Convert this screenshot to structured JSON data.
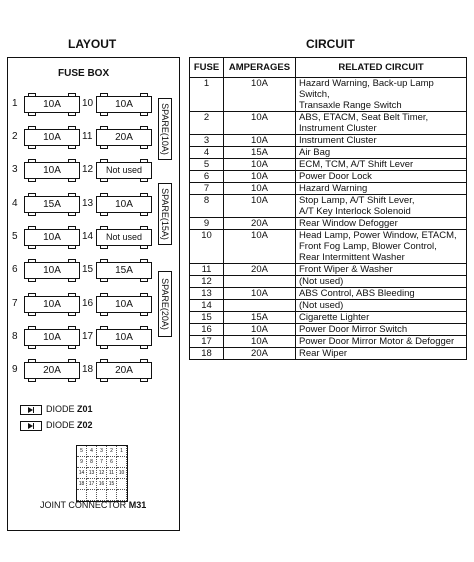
{
  "headings": {
    "layout": "LAYOUT",
    "circuit": "CIRCUIT"
  },
  "fuse_box": {
    "title": "FUSE BOX",
    "fuses": [
      {
        "num": "1",
        "value": "10A"
      },
      {
        "num": "10",
        "value": "10A"
      },
      {
        "num": "2",
        "value": "10A"
      },
      {
        "num": "11",
        "value": "20A"
      },
      {
        "num": "3",
        "value": "10A"
      },
      {
        "num": "12",
        "value": "Not used"
      },
      {
        "num": "4",
        "value": "15A"
      },
      {
        "num": "13",
        "value": "10A"
      },
      {
        "num": "5",
        "value": "10A"
      },
      {
        "num": "14",
        "value": "Not used"
      },
      {
        "num": "6",
        "value": "10A"
      },
      {
        "num": "15",
        "value": "15A"
      },
      {
        "num": "7",
        "value": "10A"
      },
      {
        "num": "16",
        "value": "10A"
      },
      {
        "num": "8",
        "value": "10A"
      },
      {
        "num": "17",
        "value": "10A"
      },
      {
        "num": "9",
        "value": "20A"
      },
      {
        "num": "18",
        "value": "20A"
      }
    ],
    "spares": [
      "SPARE(10A)",
      "SPARE(15A)",
      "SPARE(20A)"
    ],
    "diodes": [
      {
        "label": "DIODE",
        "id": "Z01"
      },
      {
        "label": "DIODE",
        "id": "Z02"
      }
    ],
    "joint_connector": {
      "label": "JOINT CONNECTOR",
      "id": "M31",
      "pins": [
        [
          "5",
          "4",
          "3",
          "2",
          "1"
        ],
        [
          "9",
          "8",
          "7",
          "6",
          ""
        ],
        [
          "14",
          "13",
          "12",
          "11",
          "10"
        ],
        [
          "18",
          "17",
          "16",
          "15",
          ""
        ],
        [
          "",
          "",
          "",
          "",
          ""
        ]
      ]
    }
  },
  "circuit_table": {
    "headers": [
      "FUSE",
      "AMPERAGES",
      "RELATED CIRCUIT"
    ],
    "rows": [
      {
        "fuse": "1",
        "amp": "10A",
        "circuit": [
          "Hazard Warning, Back-up Lamp Switch,",
          "Transaxle Range Switch"
        ]
      },
      {
        "fuse": "2",
        "amp": "10A",
        "circuit": [
          "ABS, ETACM, Seat Belt Timer,",
          "Instrument Cluster"
        ]
      },
      {
        "fuse": "3",
        "amp": "10A",
        "circuit": [
          "Instrument Cluster"
        ]
      },
      {
        "fuse": "4",
        "amp": "15A",
        "circuit": [
          "Air Bag"
        ]
      },
      {
        "fuse": "5",
        "amp": "10A",
        "circuit": [
          "ECM, TCM, A/T Shift Lever"
        ]
      },
      {
        "fuse": "6",
        "amp": "10A",
        "circuit": [
          "Power Door Lock"
        ]
      },
      {
        "fuse": "7",
        "amp": "10A",
        "circuit": [
          "Hazard Warning"
        ]
      },
      {
        "fuse": "8",
        "amp": "10A",
        "circuit": [
          "Stop Lamp, A/T Shift Lever,",
          "A/T Key Interlock Solenoid"
        ]
      },
      {
        "fuse": "9",
        "amp": "20A",
        "circuit": [
          "Rear Window Defogger"
        ]
      },
      {
        "fuse": "10",
        "amp": "10A",
        "circuit": [
          "Head Lamp, Power Window, ETACM,",
          "Front Fog Lamp, Blower Control,",
          "Rear Intermittent Washer"
        ]
      },
      {
        "fuse": "11",
        "amp": "20A",
        "circuit": [
          "Front Wiper & Washer"
        ]
      },
      {
        "fuse": "12",
        "amp": "-",
        "circuit": [
          "(Not used)"
        ]
      },
      {
        "fuse": "13",
        "amp": "10A",
        "circuit": [
          "ABS Control, ABS Bleeding"
        ]
      },
      {
        "fuse": "14",
        "amp": "-",
        "circuit": [
          "(Not used)"
        ]
      },
      {
        "fuse": "15",
        "amp": "15A",
        "circuit": [
          "Cigarette Lighter"
        ]
      },
      {
        "fuse": "16",
        "amp": "10A",
        "circuit": [
          "Power Door Mirror Switch"
        ]
      },
      {
        "fuse": "17",
        "amp": "10A",
        "circuit": [
          "Power Door Mirror Motor & Defogger"
        ]
      },
      {
        "fuse": "18",
        "amp": "20A",
        "circuit": [
          "Rear Wiper"
        ]
      }
    ]
  }
}
